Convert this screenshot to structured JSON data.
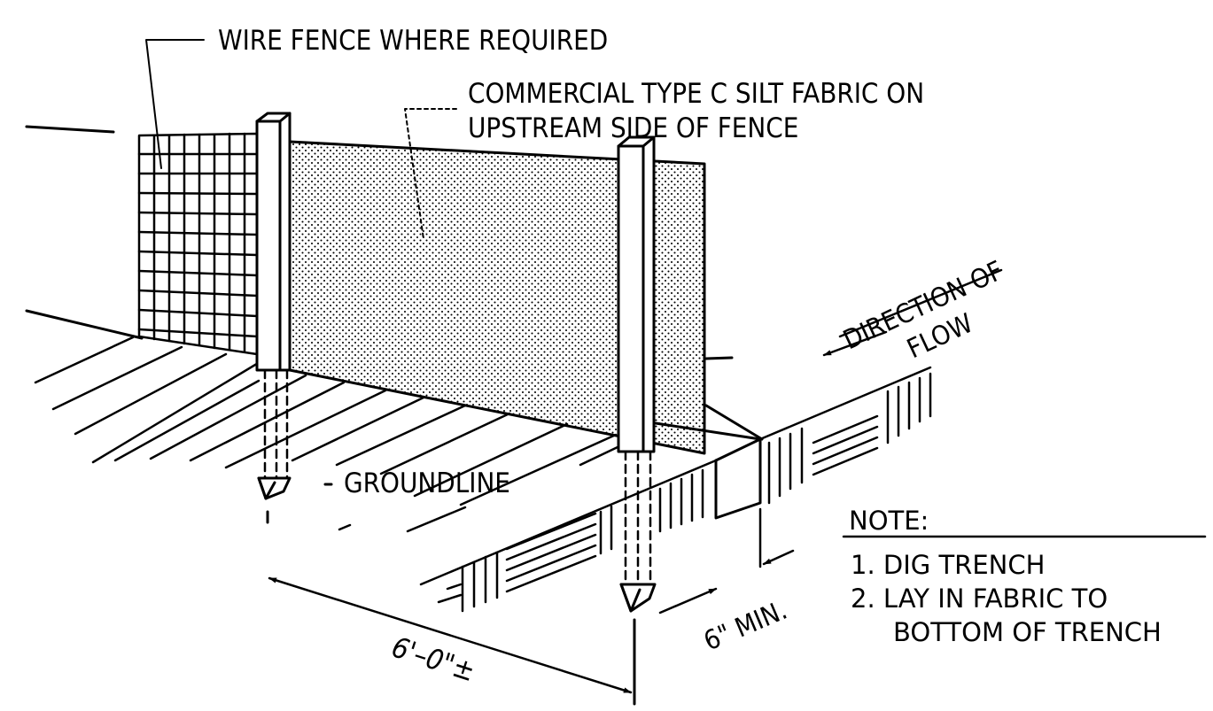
{
  "labels": {
    "wire_fence": "WIRE FENCE WHERE REQUIRED",
    "silt_fabric_line1": "COMMERCIAL TYPE C SILT FABRIC ON",
    "silt_fabric_line2": "UPSTREAM SIDE OF FENCE",
    "direction_line1": "DIRECTION OF",
    "direction_line2": "FLOW",
    "groundline": "GROUNDLINE",
    "post_spacing": "6'–0\"±",
    "trench_depth": "6\" MIN."
  },
  "note": {
    "heading": "NOTE:",
    "item1": "1. DIG TRENCH",
    "item2_line1": "2. LAY IN FABRIC TO",
    "item2_line2": "BOTTOM OF TRENCH"
  },
  "colors": {
    "ink": "#000000",
    "paper": "#ffffff"
  }
}
